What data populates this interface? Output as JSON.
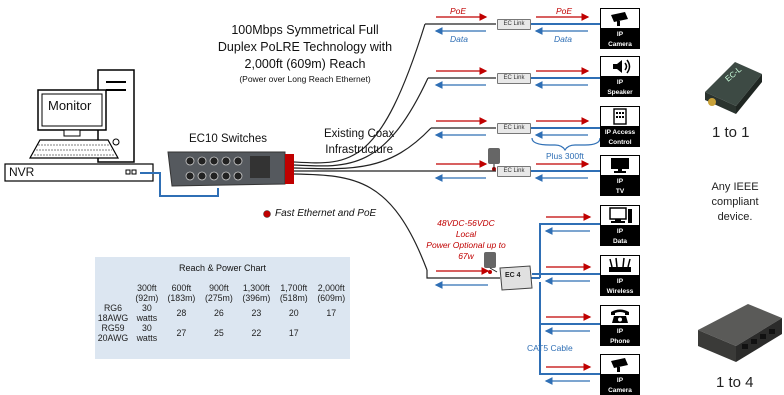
{
  "headline": {
    "line1": "100Mbps Symmetrical Full",
    "line2": "Duplex PoLRE Technology with",
    "line3": "2,000ft (609m) Reach",
    "sub": "(Power over Long Reach Ethernet)"
  },
  "monitor_label": "Monitor",
  "nvr_label": "NVR",
  "switch_label": "EC10 Switches",
  "coax_label_1": "Existing Coax",
  "coax_label_2": "Infrastructure",
  "legend_poe": "Fast Ethernet and PoE",
  "poe_label": "PoE",
  "data_label": "Data",
  "eclink_label": "EC Link",
  "plus_label": "Plus 300ft",
  "local_power": {
    "line1": "48VDC-56VDC Local",
    "line2": "Power Optional up to",
    "line3": "67w"
  },
  "ec4_label": "EC 4",
  "cat5_label": "CAT5 Cable",
  "devices": [
    {
      "icon": "camera-icon",
      "line1": "IP",
      "line2": "Camera"
    },
    {
      "icon": "speaker-icon",
      "line1": "IP",
      "line2": "Speaker"
    },
    {
      "icon": "access-control-icon",
      "line1": "IP Access",
      "line2": "Control"
    },
    {
      "icon": "tv-icon",
      "line1": "IP",
      "line2": "TV"
    },
    {
      "icon": "computer-icon",
      "line1": "IP",
      "line2": "Data"
    },
    {
      "icon": "wireless-router-icon",
      "line1": "IP",
      "line2": "Wireless"
    },
    {
      "icon": "phone-icon",
      "line1": "IP",
      "line2": "Phone"
    },
    {
      "icon": "camera-icon",
      "line1": "IP",
      "line2": "Camera"
    }
  ],
  "side": {
    "one_to_one": "1 to 1",
    "ieee_1": "Any IEEE",
    "ieee_2": "compliant",
    "ieee_3": "device.",
    "one_to_four": "1 to 4"
  },
  "reach_chart": {
    "title": "Reach & Power Chart",
    "headers": [
      [
        "300ft",
        "(92m)"
      ],
      [
        "600ft",
        "(183m)"
      ],
      [
        "900ft",
        "(275m)"
      ],
      [
        "1,300ft",
        "(396m)"
      ],
      [
        "1,700ft",
        "(518m)"
      ],
      [
        "2,000ft",
        "(609m)"
      ]
    ],
    "rows": [
      {
        "label1": "RG6",
        "label2": "18AWG",
        "power1": "30",
        "power2": "watts",
        "values": [
          "28",
          "26",
          "23",
          "20",
          "17"
        ]
      },
      {
        "label1": "RG59",
        "label2": "20AWG",
        "power1": "30",
        "power2": "watts",
        "values": [
          "27",
          "25",
          "22",
          "17",
          ""
        ]
      }
    ]
  },
  "colors": {
    "red": "#c00000",
    "blue": "#2f6fb5",
    "coax": "#222222"
  }
}
